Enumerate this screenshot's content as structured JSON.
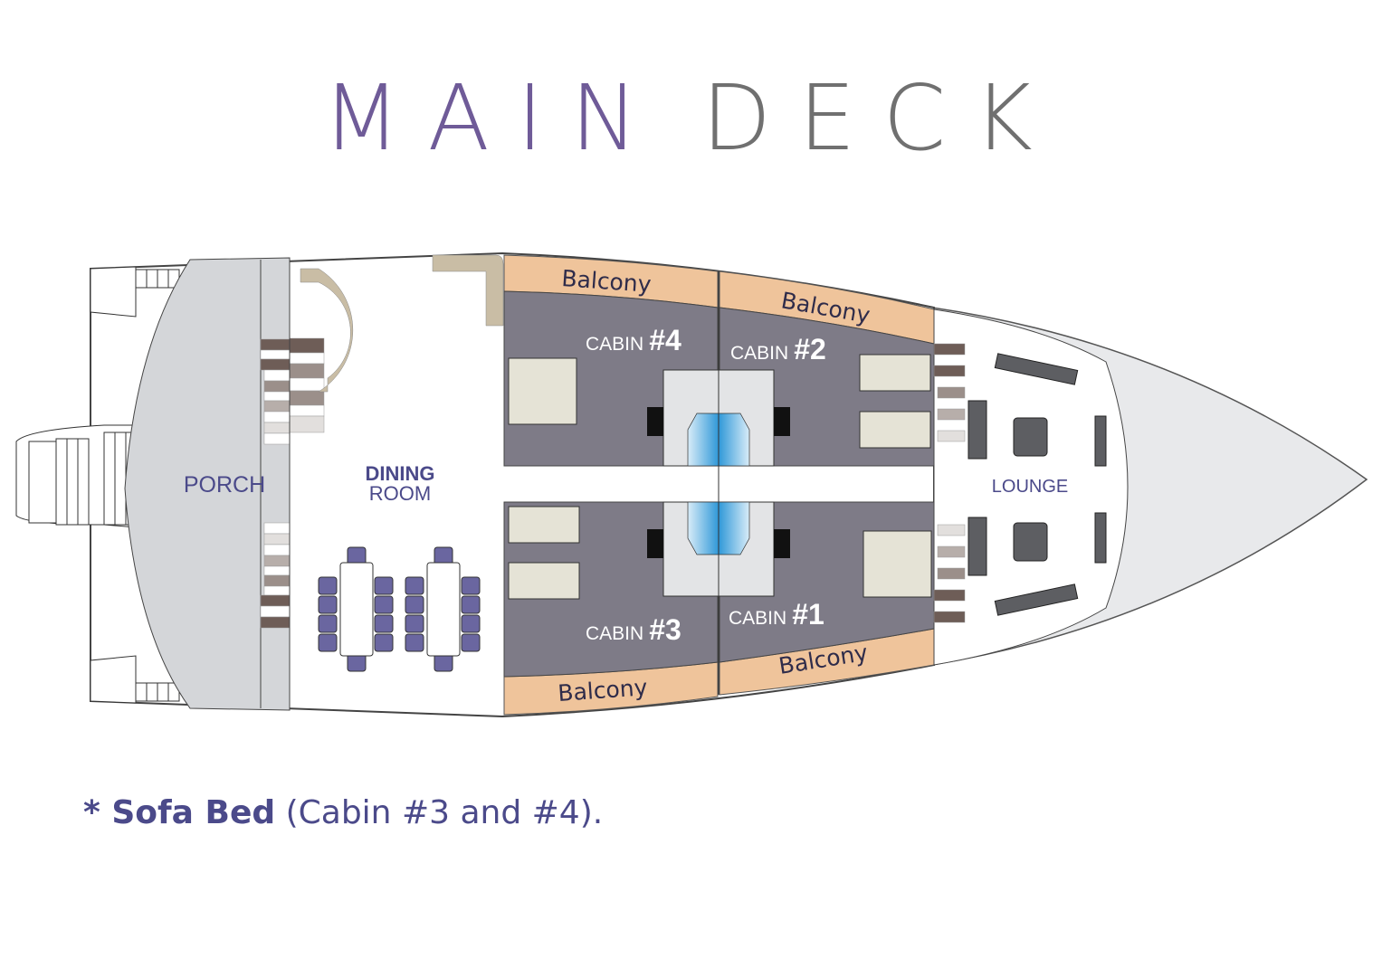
{
  "title": {
    "word1": "MAIN",
    "word2": "DECK"
  },
  "areas": {
    "porch": "PORCH",
    "dining_line1": "DINING",
    "dining_line2": "ROOM",
    "lounge": "LOUNGE",
    "balcony": "Balcony"
  },
  "cabins": [
    {
      "prefix": "CABIN",
      "number": "#4"
    },
    {
      "prefix": "CABIN",
      "number": "#2"
    },
    {
      "prefix": "CABIN",
      "number": "#3"
    },
    {
      "prefix": "CABIN",
      "number": "#1"
    }
  ],
  "note": {
    "star": "* ",
    "bold": "Sofa Bed",
    "rest": " (Cabin #3 and #4)."
  },
  "colors": {
    "cabin": "#7e7b87",
    "balcony": "#efc49b",
    "porch": "#d4d6d9",
    "bow": "#e8e9eb",
    "accent": "#4b4a8a",
    "chair": "#6a66a0",
    "counter": "#c9bda5"
  }
}
